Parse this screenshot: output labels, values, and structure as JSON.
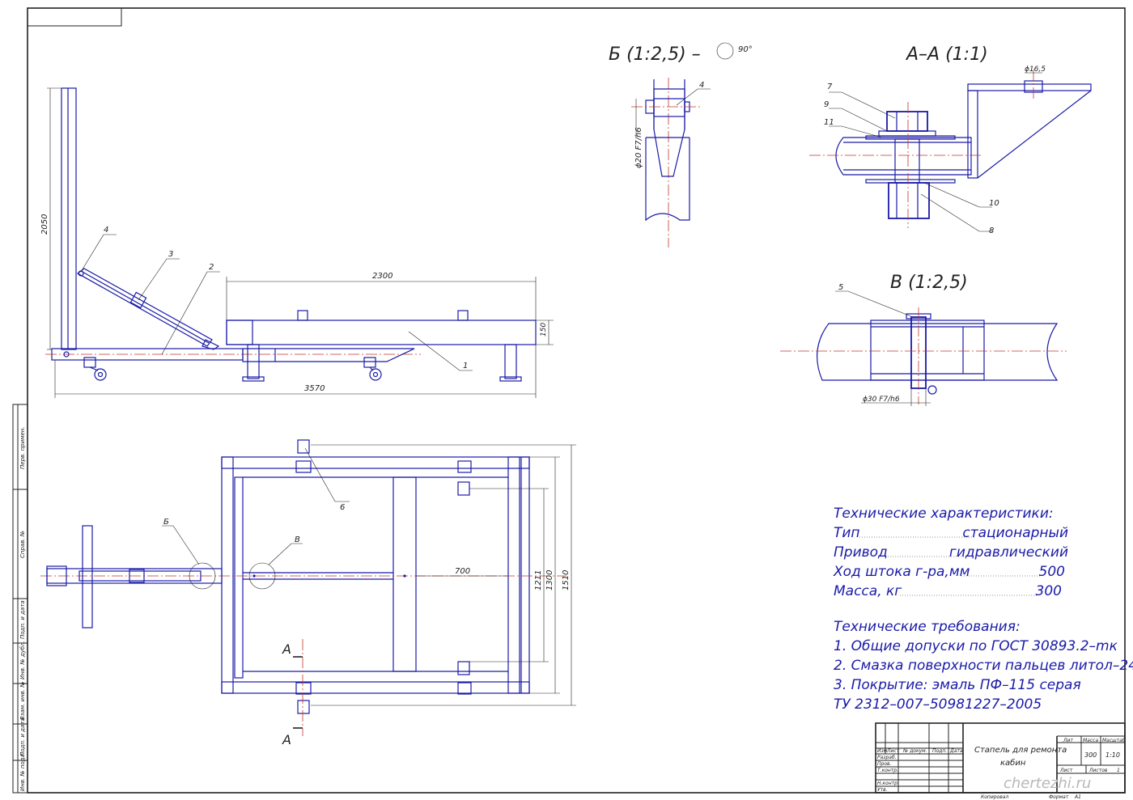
{
  "views": {
    "detail_b": "Б  (1:2,5) –",
    "detail_b_rot": "90°",
    "section_aa": "А–А (1:1)",
    "detail_v": "В  (1:2,5)"
  },
  "dimensions": {
    "height": "2050",
    "length_top": "2300",
    "length_total": "3570",
    "beam": "150",
    "fit_b": "ϕ20  F7/h6",
    "hole_aa": "ϕ16,5",
    "fit_v": "ϕ30  F7/h6",
    "inner": "700",
    "w1": "1211",
    "w2": "1300",
    "w3": "1510"
  },
  "callouts": {
    "p1": "1",
    "p2": "2",
    "p3": "3",
    "p4": "4",
    "p4b": "4",
    "p5": "5",
    "p6": "6",
    "p7": "7",
    "p8": "8",
    "p9": "9",
    "p10": "10",
    "p11": "11",
    "b": "Б",
    "v": "В",
    "a_top": "А",
    "a_bot": "А"
  },
  "specs": {
    "title": "Технические характеристики:",
    "rows": [
      {
        "label": "Тип",
        "value": "стационарный"
      },
      {
        "label": "Привод",
        "value": "гидравлический"
      },
      {
        "label": "Ход штока г-ра,мм",
        "value": "500"
      },
      {
        "label": "Масса, кг",
        "value": "300"
      }
    ]
  },
  "requirements": {
    "title": "Технические требования:",
    "items": [
      "1. Общие допуски по ГОСТ 30893.2–mк",
      "2. Смазка поверхности пальцев литол–24",
      "3. Покрытие: эмаль ПФ–115 серая",
      "ТУ 2312–007–50981227–2005"
    ]
  },
  "title_block": {
    "name_line1": "Стапель для ремонта",
    "name_line2": "кабин",
    "lit": "Лит",
    "mass_label": "Масса",
    "scale_label": "Масштаб",
    "mass": "300",
    "scale": "1:10",
    "sheet": "Лист",
    "sheets": "Листов",
    "sheets_n": "1",
    "copied": "Копировал",
    "format": "Формат",
    "format_v": "А1",
    "watermark": "chertezhi.ru",
    "rows": [
      "Изм",
      "Лист",
      "№ докум.",
      "Подп.",
      "Дата"
    ],
    "roles": [
      "Разраб.",
      "Пров.",
      "Т.контр.",
      "Н.контр.",
      "Утв."
    ]
  },
  "side_stamps": [
    "Перв. примен.",
    "Справ. №",
    "Подп. и дата",
    "Инв. № дубл.",
    "Взам. инв. №",
    "Подп. и дата",
    "Инв. № подл."
  ]
}
